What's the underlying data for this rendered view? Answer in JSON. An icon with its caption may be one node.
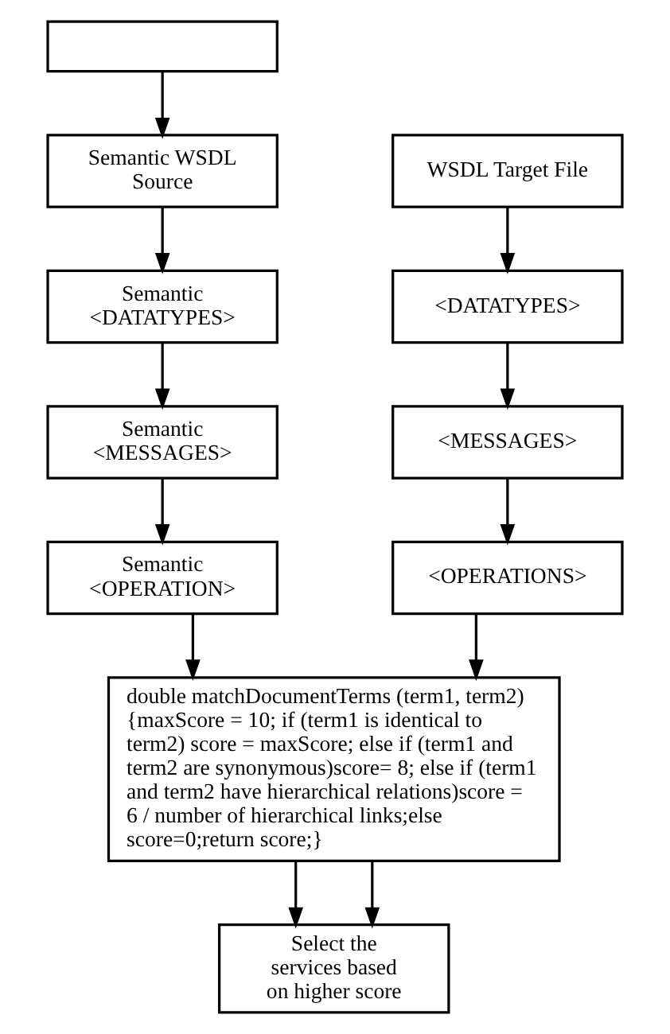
{
  "diagram": {
    "nodes": [
      {
        "text": [],
        "shape": "box"
      },
      {
        "text": [
          "Semantic WSDL Source"
        ]
      },
      {
        "text": [
          "WSDL Target File"
        ]
      },
      {
        "text": [
          "Semantic <DATATYPES>"
        ]
      },
      {
        "text": [
          "<DATATYPES>"
        ]
      },
      {
        "text": [
          "Semantic <MESSAGES>"
        ]
      },
      {
        "text": [
          "<MESSAGES>"
        ]
      },
      {
        "text": [
          "Semantic <OPERATION>"
        ]
      },
      {
        "text": [
          "<OPERATIONS>"
        ]
      },
      {
        "text": [
          "double matchDocumentTerms (term1, term2) {maxScore = 10; if (term1 is identical to term2) score = maxScore; else if (term1 and term2 are synonymous)score= 8; else if (term1 and term2 have hierarchical relations)score = 6 / number of hierarchical links;else score=0;return score;}"
        ]
      },
      {
        "text": [
          "Select the services based on higher score"
        ]
      }
    ],
    "edges": [
      {
        "from": 0,
        "to": 1,
        "arrow": "to"
      },
      {
        "from": 1,
        "to": 3,
        "arrow": "to"
      },
      {
        "from": 3,
        "to": 5,
        "arrow": "to"
      },
      {
        "from": 5,
        "to": 7,
        "arrow": "to"
      },
      {
        "from": 2,
        "to": 4,
        "arrow": "to"
      },
      {
        "from": 4,
        "to": 6,
        "arrow": "to"
      },
      {
        "from": 6,
        "to": 8,
        "arrow": "to"
      },
      {
        "from": 7,
        "to": 9,
        "arrow": "to"
      },
      {
        "from": 8,
        "to": 9,
        "arrow": "to"
      },
      {
        "from": 9,
        "to": 10,
        "arrow": "to"
      },
      {
        "from": 9,
        "to": 10,
        "arrow": "to"
      }
    ]
  }
}
